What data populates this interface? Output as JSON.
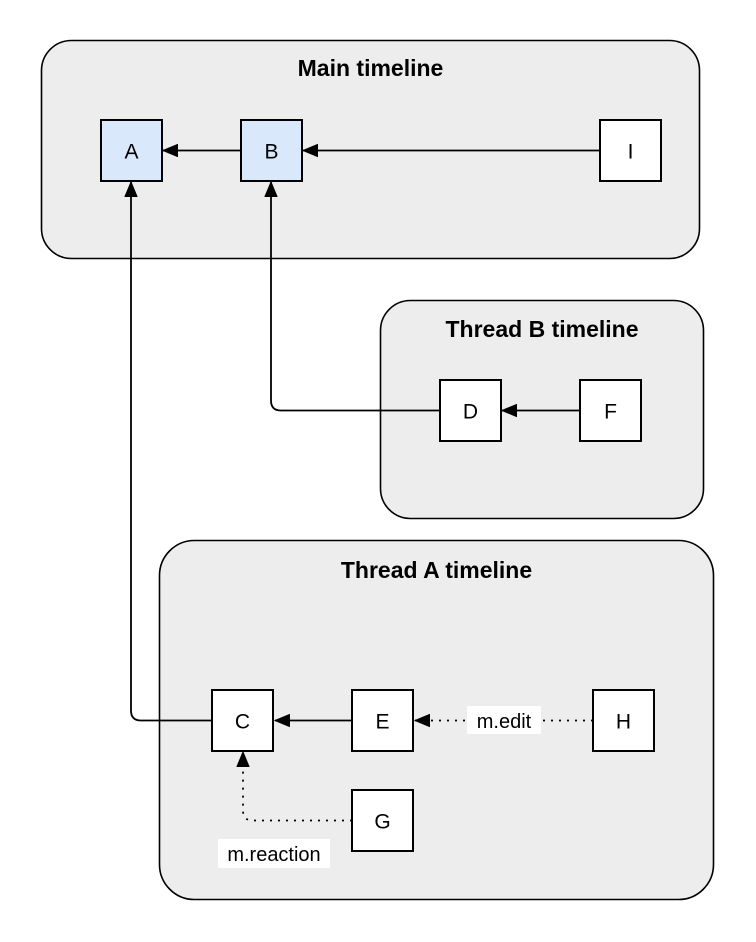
{
  "diagram": {
    "type": "event-graph",
    "containers": [
      {
        "id": "main",
        "title": "Main timeline"
      },
      {
        "id": "thread-b",
        "title": "Thread B timeline"
      },
      {
        "id": "thread-a",
        "title": "Thread A timeline"
      }
    ],
    "nodes": [
      {
        "id": "A",
        "label": "A",
        "fill": "#dae8fc",
        "container": "main"
      },
      {
        "id": "B",
        "label": "B",
        "fill": "#dae8fc",
        "container": "main"
      },
      {
        "id": "I",
        "label": "I",
        "fill": "#ffffff",
        "container": "main"
      },
      {
        "id": "D",
        "label": "D",
        "fill": "#ffffff",
        "container": "thread-b"
      },
      {
        "id": "F",
        "label": "F",
        "fill": "#ffffff",
        "container": "thread-b"
      },
      {
        "id": "C",
        "label": "C",
        "fill": "#ffffff",
        "container": "thread-a"
      },
      {
        "id": "E",
        "label": "E",
        "fill": "#ffffff",
        "container": "thread-a"
      },
      {
        "id": "H",
        "label": "H",
        "fill": "#ffffff",
        "container": "thread-a"
      },
      {
        "id": "G",
        "label": "G",
        "fill": "#ffffff",
        "container": "thread-a"
      }
    ],
    "edges": [
      {
        "from": "B",
        "to": "A",
        "style": "solid"
      },
      {
        "from": "I",
        "to": "B",
        "style": "solid"
      },
      {
        "from": "F",
        "to": "D",
        "style": "solid"
      },
      {
        "from": "D",
        "to": "B",
        "style": "solid"
      },
      {
        "from": "E",
        "to": "C",
        "style": "solid"
      },
      {
        "from": "C",
        "to": "A",
        "style": "solid"
      },
      {
        "from": "H",
        "to": "E",
        "style": "dotted",
        "label": "m.edit"
      },
      {
        "from": "G",
        "to": "C",
        "style": "dotted",
        "label": "m.reaction"
      }
    ],
    "edge_labels": {
      "m_edit": "m.edit",
      "m_reaction": "m.reaction"
    },
    "colors": {
      "container_fill": "#ededed",
      "container_stroke": "#000000",
      "node_blue": "#dae8fc",
      "node_white": "#ffffff",
      "node_stroke": "#000000",
      "edge_stroke": "#000000",
      "label_bg": "#ffffff",
      "page_bg": "#ffffff"
    }
  }
}
